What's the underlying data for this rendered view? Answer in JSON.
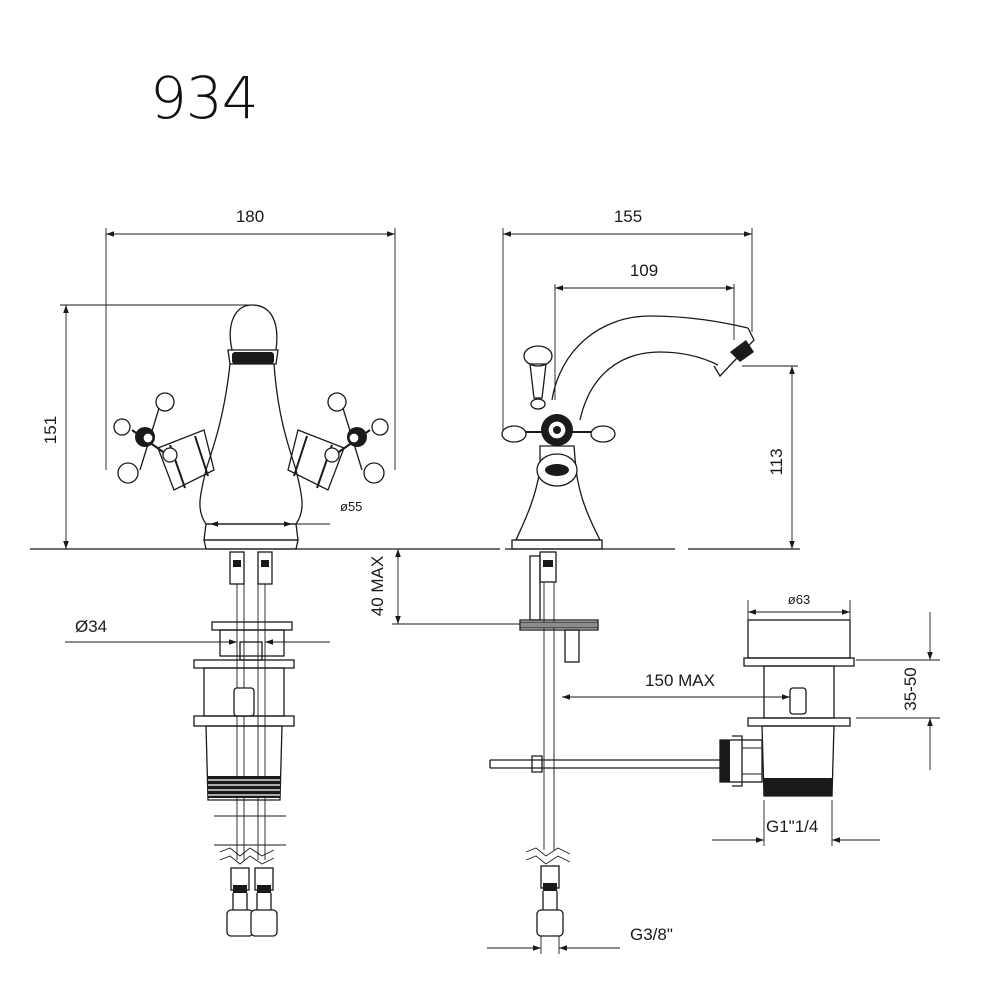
{
  "model_number": "934",
  "dimensions": {
    "width_180": "180",
    "depth_155": "155",
    "reach_109": "109",
    "height_151": "151",
    "height_113": "113",
    "base_dia_55": "ø55",
    "mount_40max": "40 MAX",
    "dia_34": "Ø34",
    "waste_dia_63": "ø63",
    "rod_150max": "150 MAX",
    "waste_35_50": "35-50",
    "thread_g1": "G1\"1/4",
    "thread_g38": "G3/8\""
  }
}
